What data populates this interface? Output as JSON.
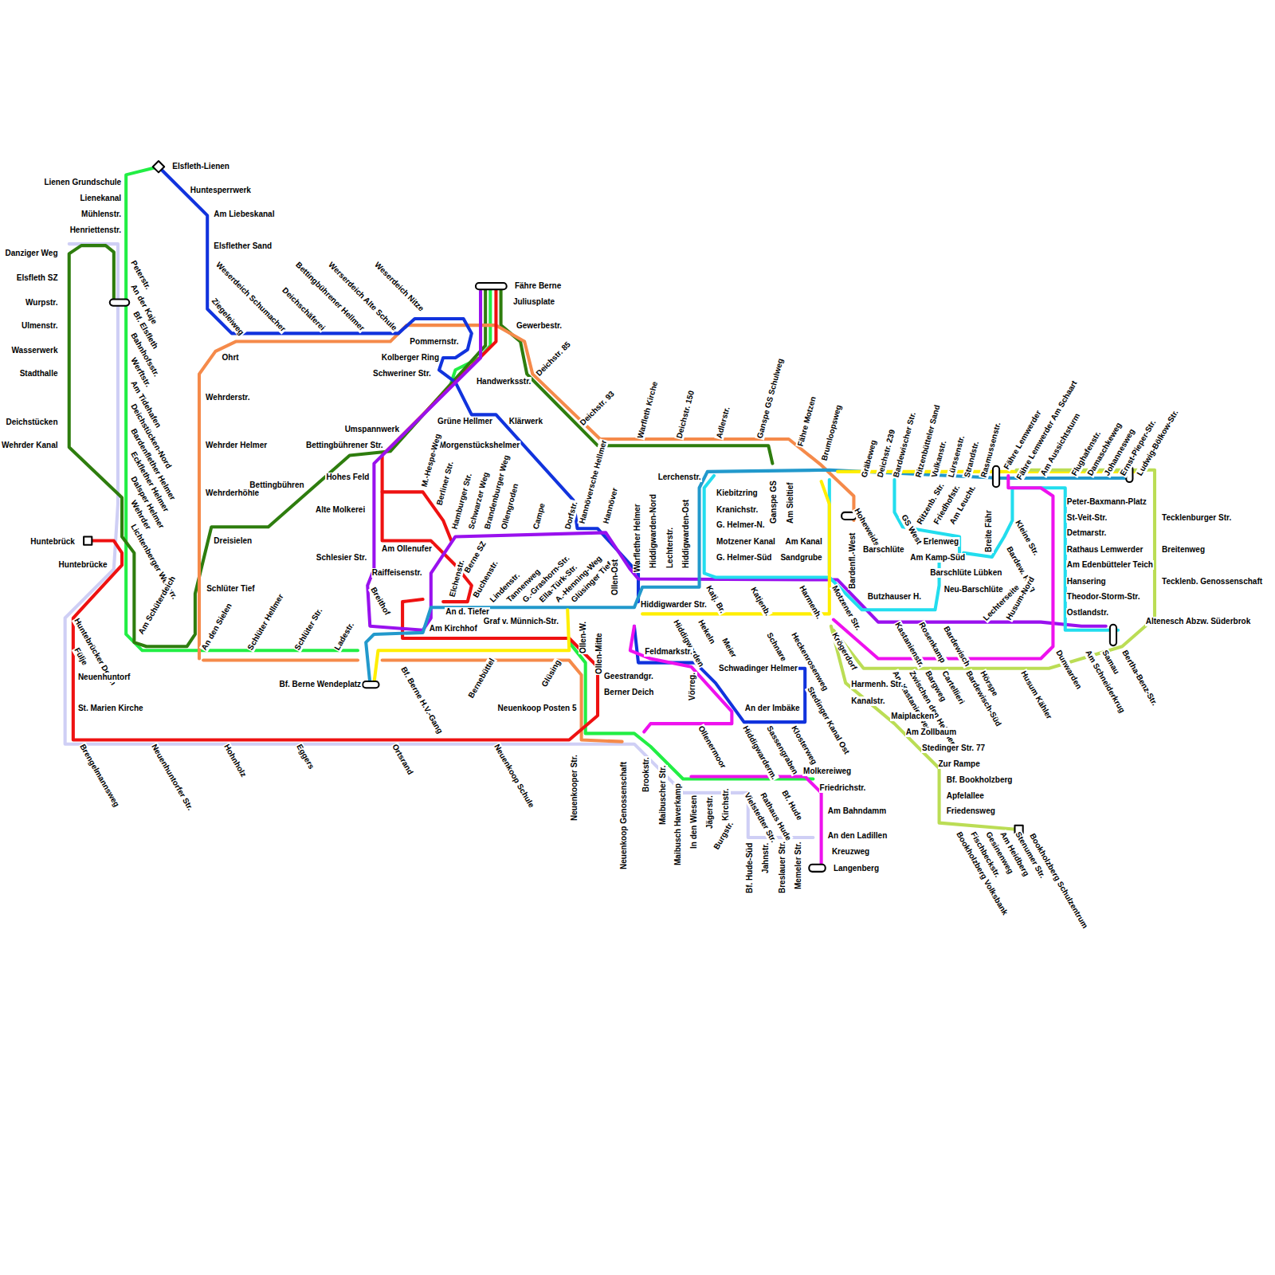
{
  "diagram": {
    "labels": [
      "Elsfleth-Lienen",
      "Huntesperrwerk",
      "Am Liebeskanal",
      "Elsflether Sand",
      "Lienen Grundschule",
      "Lienekanal",
      "Mühlenstr.",
      "Henriettenstr.",
      "Danziger Weg",
      "Elsfleth SZ",
      "Wurpstr.",
      "Ulmenstr.",
      "Wasserwerk",
      "Stadthalle",
      "Deichstücken",
      "Wehrder Kanal",
      "Peterstr.",
      "An der Kaje",
      "Bf. Elsfleth",
      "Bahnhofsstr.",
      "Werftstr.",
      "Am Tidehafen",
      "Deichstücken-Nord",
      "Bardenflether Helmer",
      "Eckflether Helmer",
      "Dalsper Helmer",
      "Wehrder",
      "Lichtenberger Wetterr.",
      "Huntebrück",
      "Huntebrücke",
      "Huntebrücker Deich",
      "Fülje",
      "Neuenhuntorf",
      "St. Marien Kirche",
      "Am Schüterdeich",
      "An den Sielen",
      "Schlüter Tief",
      "Dreisielen",
      "Wehrderhöhle",
      "Wehrder Helmer",
      "Wehrderstr.",
      "Ohrt",
      "Schlüter Hellmer",
      "Schlüter Str.",
      "Ladestr.",
      "Bettingbühren",
      "Ziegeleiweg",
      "Weserdeich Schumacher",
      "Deichschäferei",
      "Bettingbührener Hellmer",
      "Werserdeich Alte Schule",
      "Weserdeich Nitze",
      "Brengelmannsweg",
      "Neuenhuntorfer Str.",
      "Hohnholz",
      "Eggers",
      "Ortsrand",
      "Neuenkoop Schule",
      "Fähre Berne",
      "Juliusplate",
      "Gewerbestr.",
      "Pommernstr.",
      "Kolberger Ring",
      "Schweriner Str.",
      "Handwerksstr.",
      "Deichstr. 85",
      "Grüne Hellmer",
      "Klärwerk",
      "Umspannwerk",
      "Bettingbührener Str.",
      "Morgenstückshelmer",
      "Hohes Feld",
      "Alte Molkerei",
      "Schlesier Str.",
      "Am Ollenufer",
      "Raiffeisenstr.",
      "Breithof",
      "An d. Tiefer",
      "Am Kirchhof",
      "Graf v. Münnich-Str.",
      "Bf. Berne Wendeplatz",
      "Bf. Berne H.V.-Gang",
      "Bernebüttel",
      "Glüsing",
      "Geestrandgr.",
      "Berner Deich",
      "Neuenkoop Posten 5",
      "M.-Hespe-Weg",
      "Berliner Str.",
      "Hamburger Str.",
      "Schwarzer Weg",
      "Brandenburger Weg",
      "Ollengroden",
      "Campe",
      "Dorfstr.",
      "Hannöversche Hellmer",
      "Hannöver",
      "Elchenstr.",
      "Berne SZ",
      "Buchenstr.",
      "Lindenstr.",
      "Tannenweg",
      "G.-Grashorn-Str.",
      "Ella-Türk-Str.",
      "A.-Henning-Weg",
      "Glüsinger Tief",
      "Ollen-W.",
      "Ollen-Mitte",
      "Ollen-Ost",
      "Deichstr. 93",
      "Warfleth Kirche",
      "Deichstr. 150",
      "Adlerstr.",
      "Ganspe GS Schulweg",
      "Fähre Motzen",
      "Brumloopsweg",
      "Lerchenstr.",
      "Kiebitzring",
      "Kranichstr.",
      "G. Helmer-N.",
      "Motzener Kanal",
      "G. Helmer-Süd",
      "Ganspe GS",
      "Am Sieltief",
      "Am Kanal",
      "Sandgrube",
      "Bardenfl.-West",
      "Hoheweids H.",
      "Butzhauser H.",
      "Warflether Helmer",
      "Hiddigwarden-Nord",
      "Lechterstr.",
      "Hiddigwarden-Ost",
      "Katj. Br.",
      "Katjenb.",
      "Harmenh.",
      "Motzener Str.",
      "Hiddigwarder Str.",
      "Hiddigwarden",
      "Hekeln",
      "Meier",
      "Schnare",
      "Heckenrosenweg",
      "Krögerdorf",
      "Feldmarkstr.",
      "Schwadinger Helmer",
      "Stedinger Kanal Ost",
      "Vörreg.",
      "Ollenermoor",
      "An der Imbäke",
      "Hiddigwarderm.",
      "Sassengraben",
      "Klosterweg",
      "Neuenkooper Str.",
      "Neuenkoop Genossenschaft",
      "Brookstr.",
      "Maibuscher Str.",
      "Maibusch Haverkamp",
      "In den Wiesen",
      "Jägerstr.",
      "Kirchstr.",
      "Burgstr.",
      "Vielstedter Str.",
      "Rathaus Hude",
      "Bf. Hude",
      "Bf. Hude-Süd",
      "Jahnstr.",
      "Breslauer Str.",
      "Memeler Str.",
      "Molkereiweg",
      "Friedrichstr.",
      "Am Bahndamm",
      "An den Ladillen",
      "Kreuzweg",
      "Langenberg",
      "Gräbeweg",
      "Deichstr. 239",
      "Bardewischer Str.",
      "Ritzenbütteler Sand",
      "Vulkanstr.",
      "Lürssenstr.",
      "Strandstr.",
      "Rasmussenstr.",
      "Fähre Lemwerder",
      "Fähre Lemwerder Am Schaart",
      "Am Aussichtsturm",
      "Flughafenstr.",
      "Damaschkeweg",
      "Johannesweg",
      "Ernst-Pieper-Str.",
      "Ludwig-Bölkow-Str.",
      "GS West",
      "Ritzenb. Str.",
      "Friedhofstr.",
      "Am Leucht.",
      "Erlenweg",
      "Barschlüte",
      "Am Kamp-Süd",
      "Barschlüte Lübken",
      "Neu-Barschlüte",
      "Breite Fähr",
      "Kleine Str.",
      "Bardew. Ring",
      "Lechterseite",
      "Husum-Nord",
      "Peter-Baxmann-Platz",
      "St-Veit-Str.",
      "Detmarstr.",
      "Rathaus Lemwerder",
      "Am Edenbütteler Teich",
      "Hansering",
      "Theodor-Storm-Str.",
      "Ostlandstr.",
      "Tecklenburger Str.",
      "Breitenweg",
      "Tecklenb. Genossenschaft",
      "Altenesch Abzw. Süderbrok",
      "Kastanienstr.",
      "Rosenkamp",
      "Bardewisch",
      "Hörspe",
      "Am Kastanienweg",
      "Zwischen den Hellmern",
      "Bargweg",
      "Cartellieri",
      "Bardewisch-Süd",
      "Husum Kähler",
      "Dunwarden",
      "Am Schneiderkrug",
      "Samau",
      "Bertha-Benz-Str.",
      "Harmenh. Str.",
      "Kanalstr.",
      "Maiplacken",
      "Am Zollbaum",
      "Stedinger Str. 77",
      "Zur Rampe",
      "Bf. Bookholzberg",
      "Apfelallee",
      "Friedensweg",
      "Bookholzberg Volksbank",
      "Fischbeckstr.",
      "Gesinenweg",
      "Am Heidberg",
      "Stenumer Str.",
      "Bookholzberg Schulzentrum"
    ]
  }
}
